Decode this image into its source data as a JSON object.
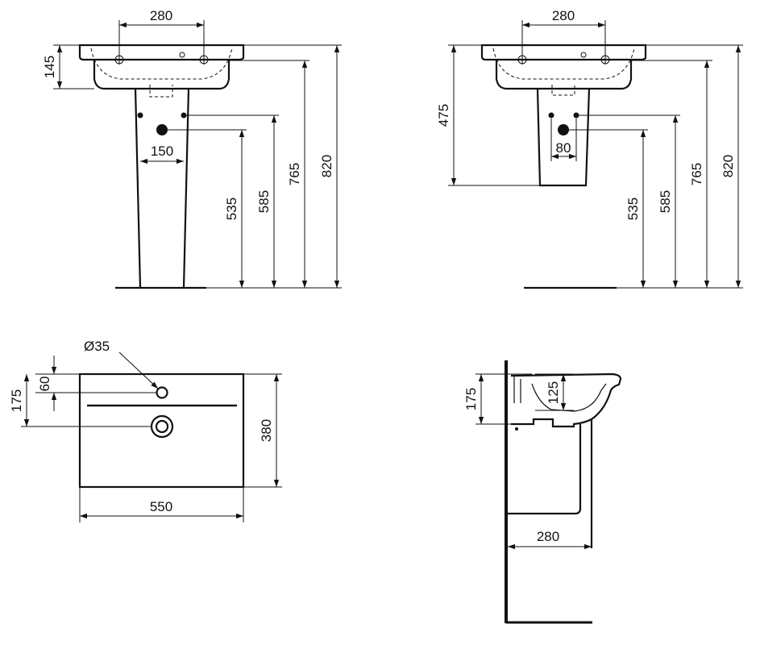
{
  "dimensions": {
    "front_pedestal": {
      "tap_spacing": "280",
      "rim_height": "145",
      "pipe_spacing": "150",
      "waste_height": "535",
      "supply_height": "585",
      "basin_bottom_height": "765",
      "overall_height": "820"
    },
    "front_semi_pedestal": {
      "tap_spacing": "280",
      "semi_pedestal_height": "475",
      "pipe_spacing": "80",
      "waste_height": "535",
      "supply_height": "585",
      "basin_bottom_height": "765",
      "overall_height": "820"
    },
    "top_view": {
      "tap_hole_diameter": "Ø35",
      "tap_hole_offset": "60",
      "waste_offset": "175",
      "width": "550",
      "depth": "380"
    },
    "side_view": {
      "bowl_depth": "125",
      "waste_height": "175",
      "projection": "280"
    }
  }
}
